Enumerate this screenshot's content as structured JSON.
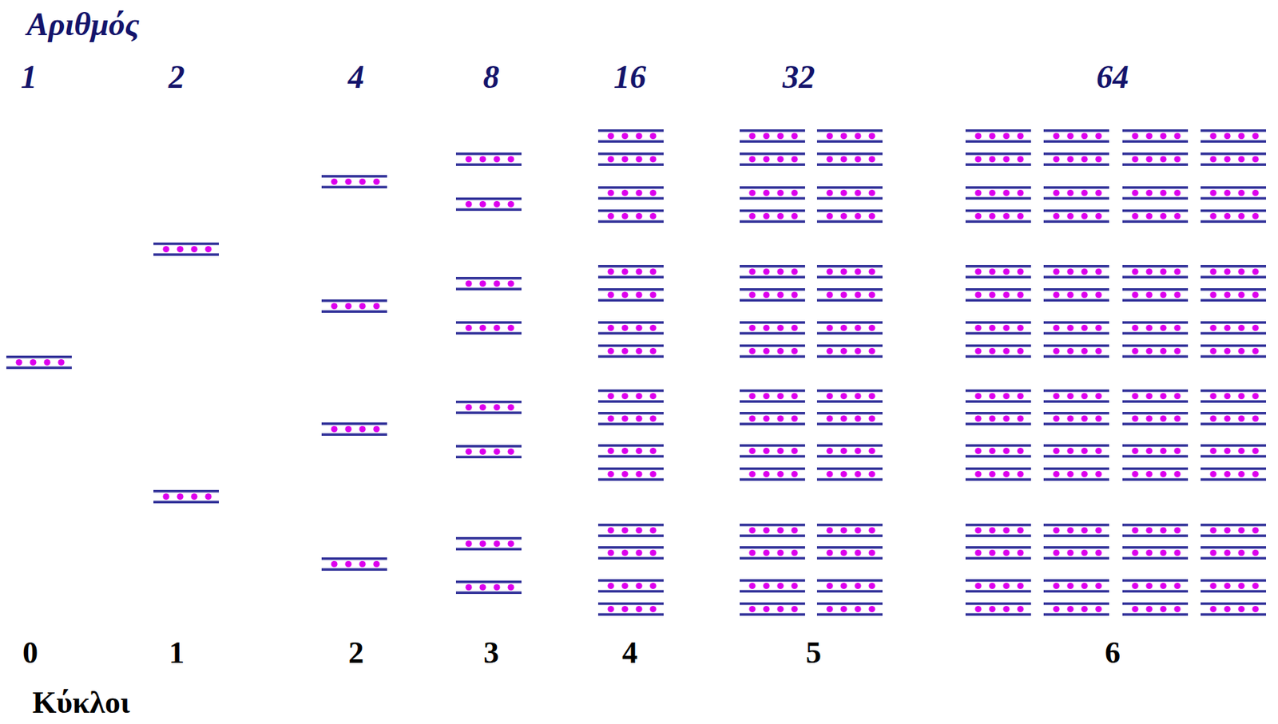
{
  "diagram": {
    "labels": [
      "Αριθμός",
      "1",
      "2",
      "4",
      "8",
      "16",
      "32",
      "64",
      "0",
      "1",
      "2",
      "3",
      "4",
      "5",
      "6",
      "Κύκλοι"
    ]
  }
}
